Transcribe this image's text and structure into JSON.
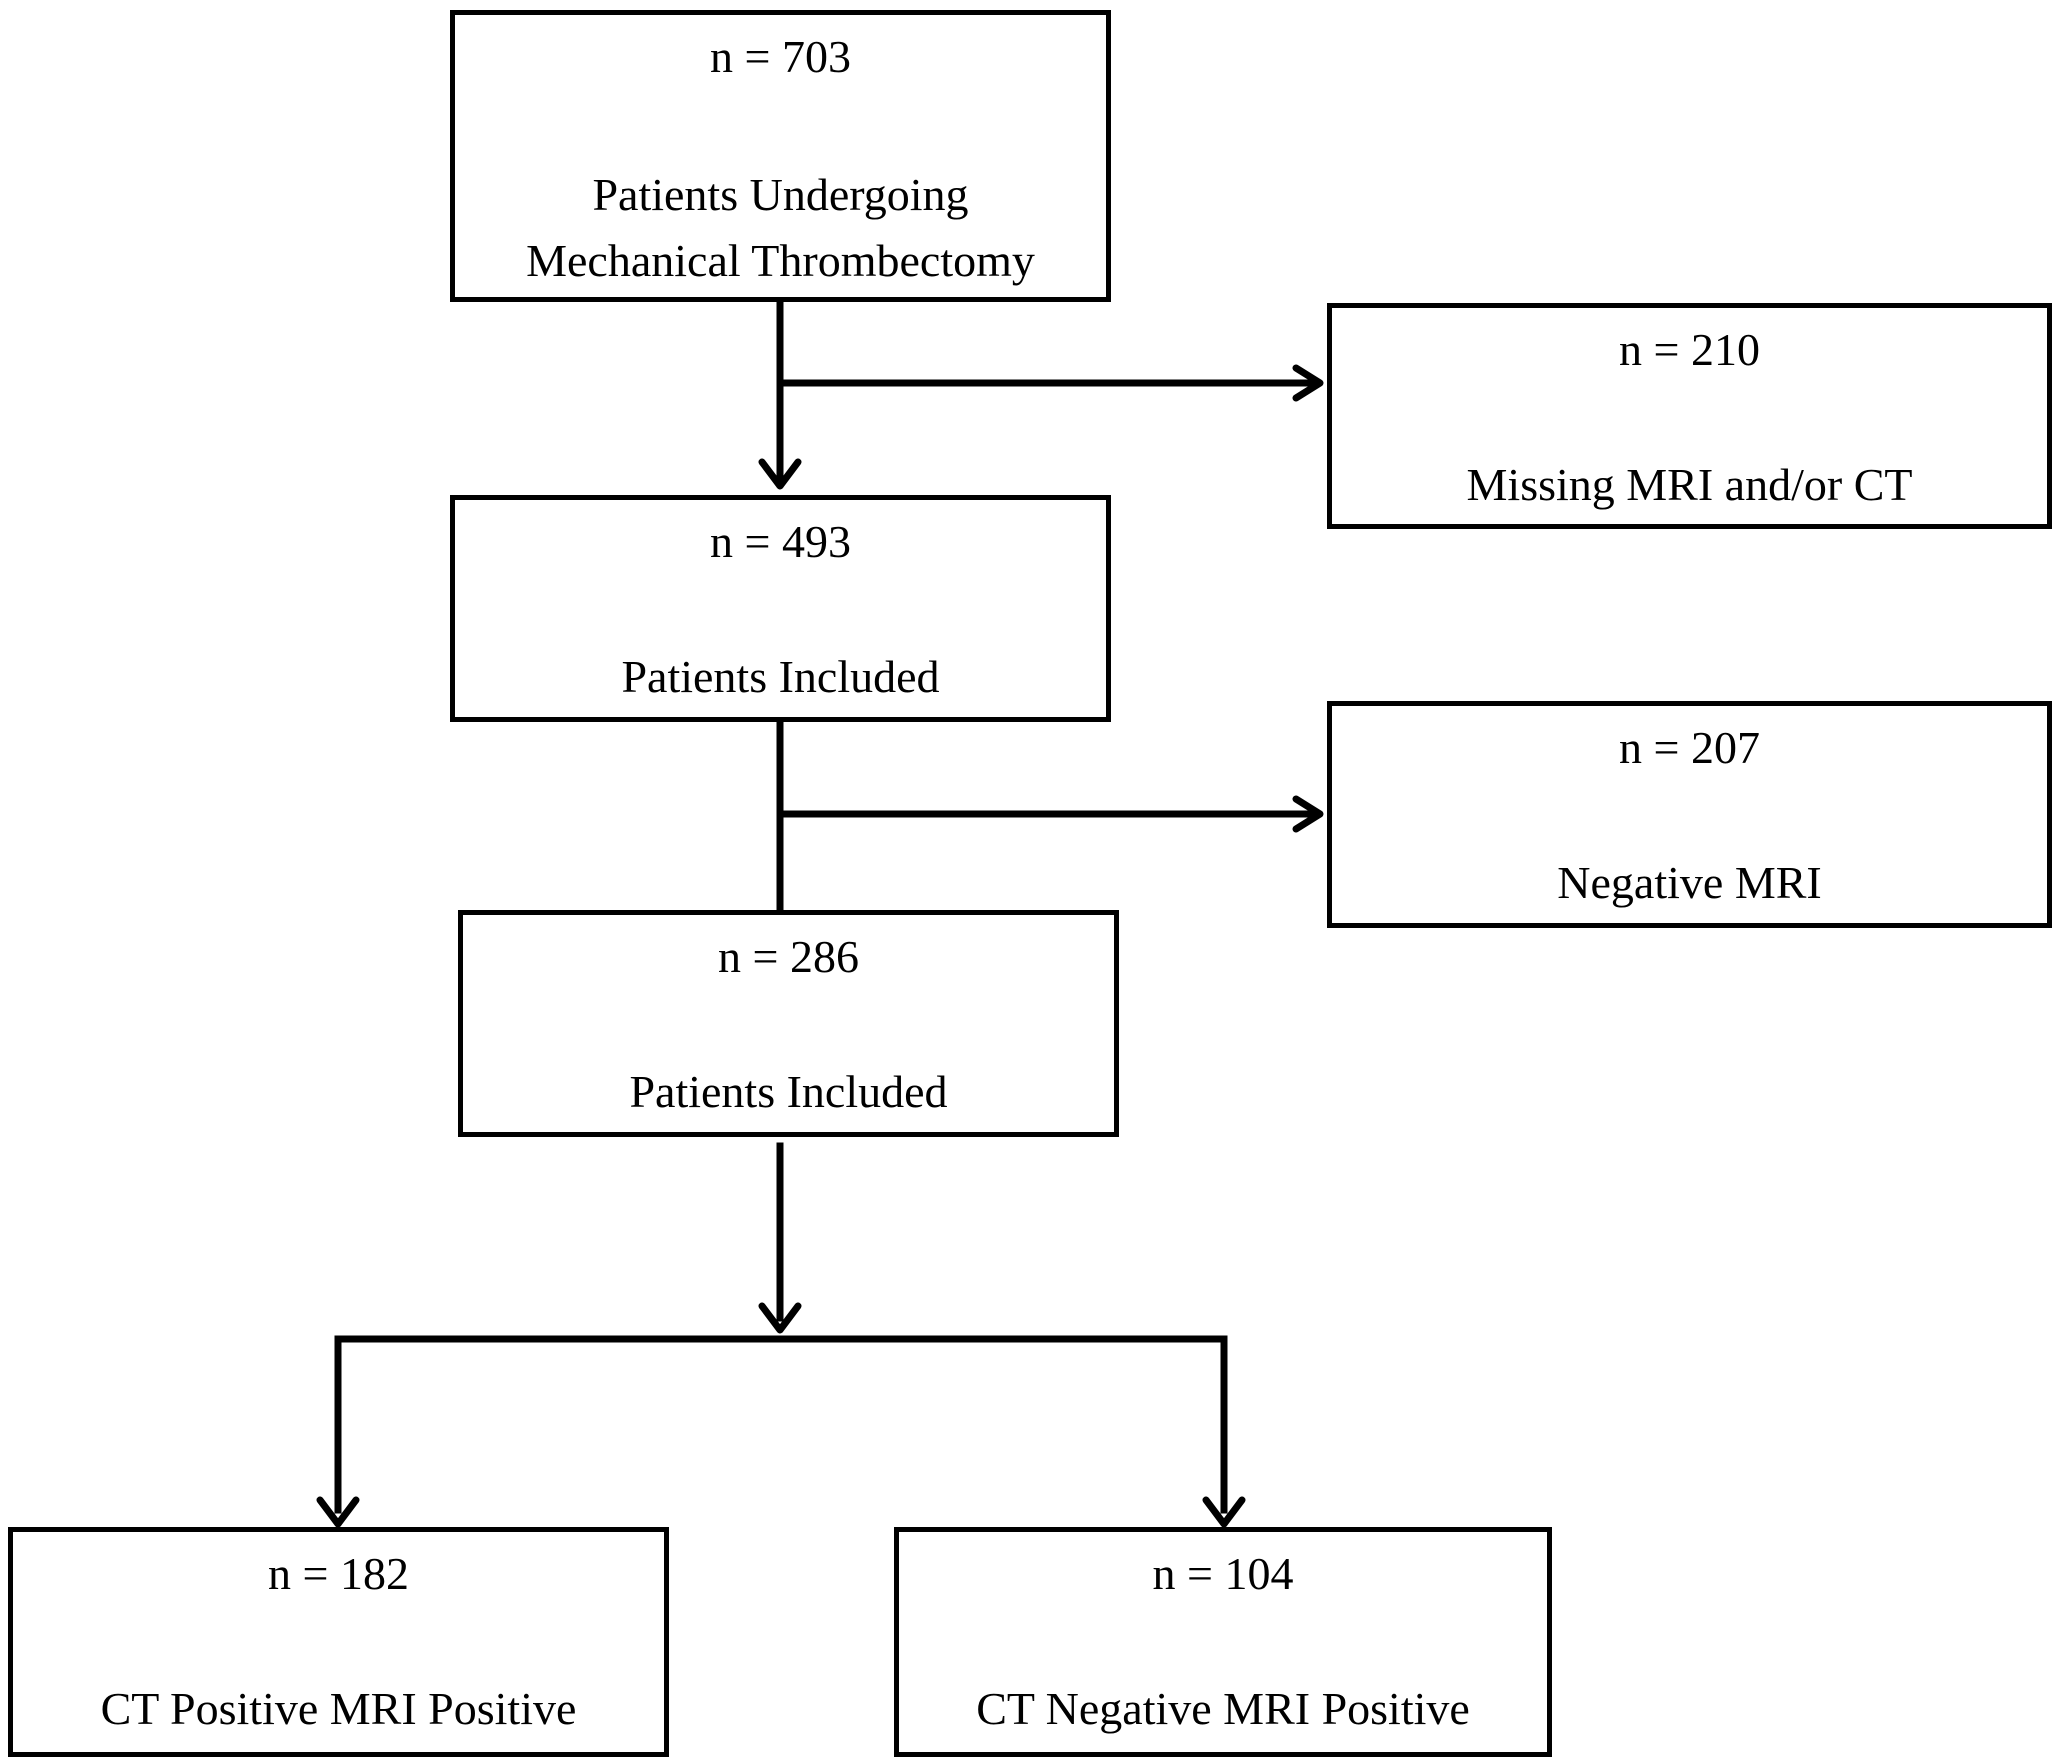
{
  "boxes": {
    "total": {
      "count": "n = 703",
      "label_line1": "Patients Undergoing",
      "label_line2": "Mechanical Thrombectomy"
    },
    "excluded_missing": {
      "count": "n = 210",
      "label": "Missing MRI and/or CT"
    },
    "included_1": {
      "count": "n = 493",
      "label": "Patients Included"
    },
    "excluded_negative": {
      "count": "n = 207",
      "label": "Negative MRI"
    },
    "included_2": {
      "count": "n = 286",
      "label": "Patients Included"
    },
    "ct_pos_mri_pos": {
      "count": "n = 182",
      "label": "CT Positive MRI Positive"
    },
    "ct_neg_mri_pos": {
      "count": "n = 104",
      "label": "CT Negative MRI Positive"
    }
  }
}
